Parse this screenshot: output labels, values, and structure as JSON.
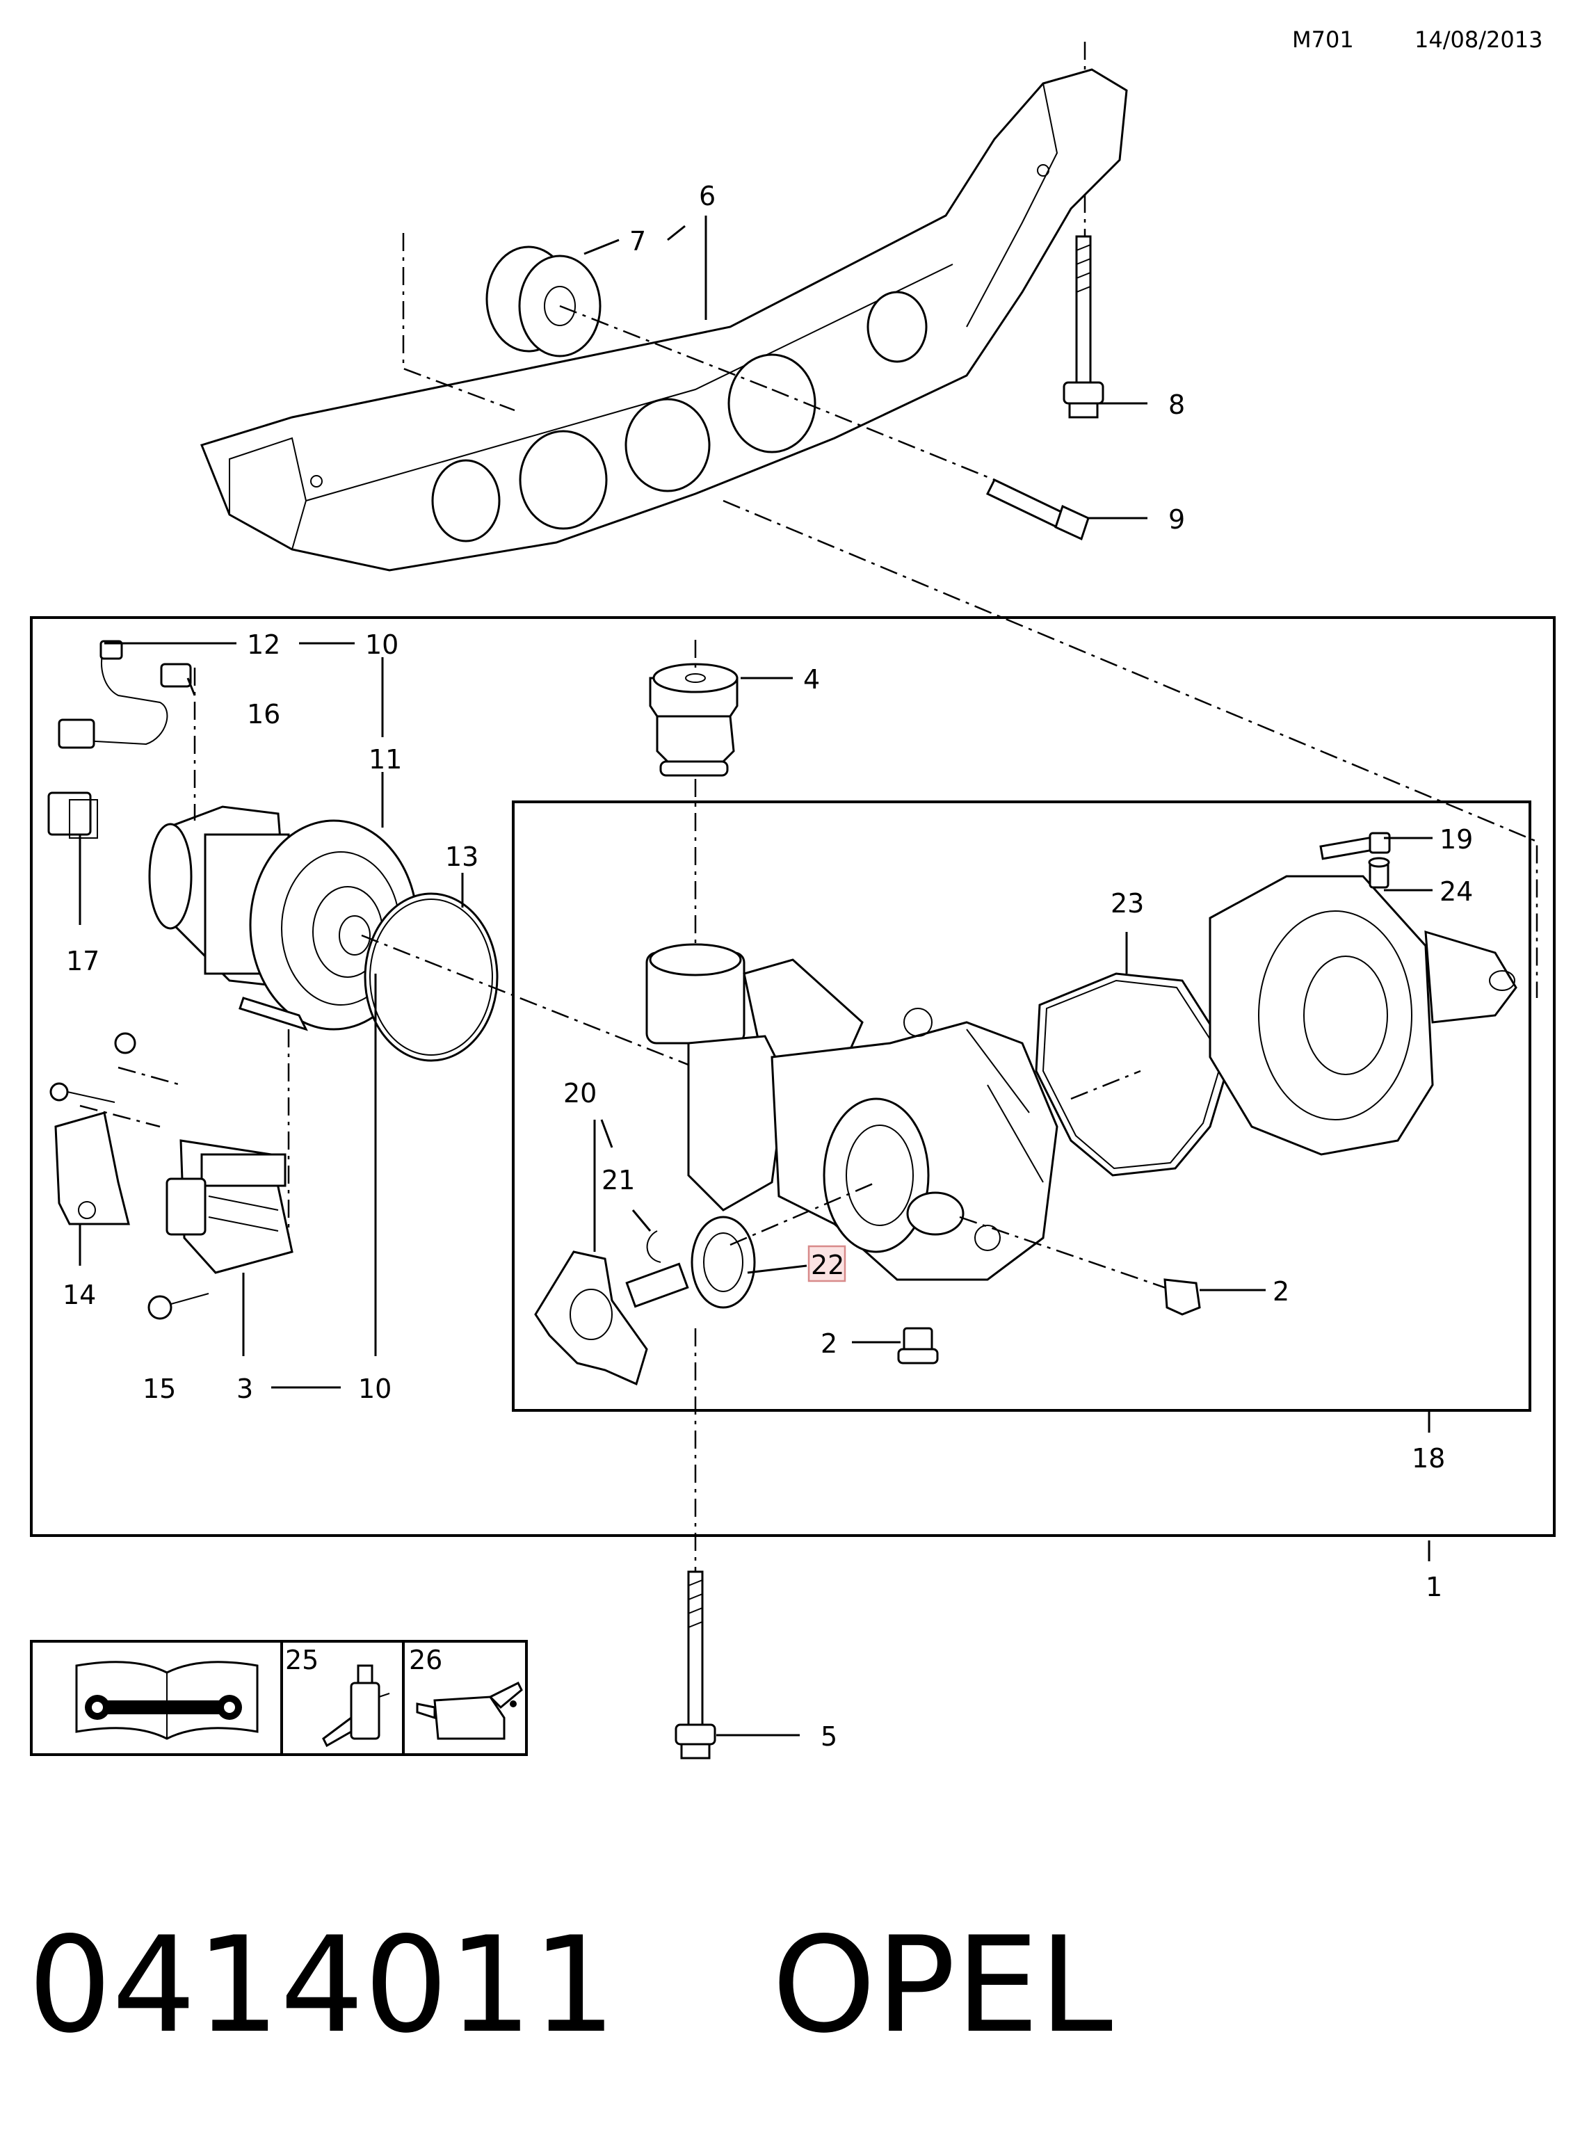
{
  "header": {
    "code": "M701",
    "date": "14/08/2013"
  },
  "callouts": {
    "c1": "1",
    "c2a": "2",
    "c2b": "2",
    "c3": "3",
    "c4": "4",
    "c5": "5",
    "c6": "6",
    "c7": "7",
    "c8": "8",
    "c9": "9",
    "c10a": "10",
    "c10b": "10",
    "c11": "11",
    "c12": "12",
    "c13": "13",
    "c14": "14",
    "c15": "15",
    "c16": "16",
    "c17": "17",
    "c18": "18",
    "c19": "19",
    "c20": "20",
    "c21": "21",
    "c22": "22",
    "c23": "23",
    "c24": "24",
    "c25": "25",
    "c26": "26"
  },
  "highlighted_callout": "22",
  "footer": {
    "part_number": "0414011",
    "brand": "OPEL"
  },
  "icons": [
    "service-manual-icon",
    "grease-tube-icon",
    "oil-can-icon"
  ],
  "colors": {
    "line": "#000000",
    "highlight_fill": "#fbe3e3",
    "highlight_stroke": "#d88a8a"
  }
}
